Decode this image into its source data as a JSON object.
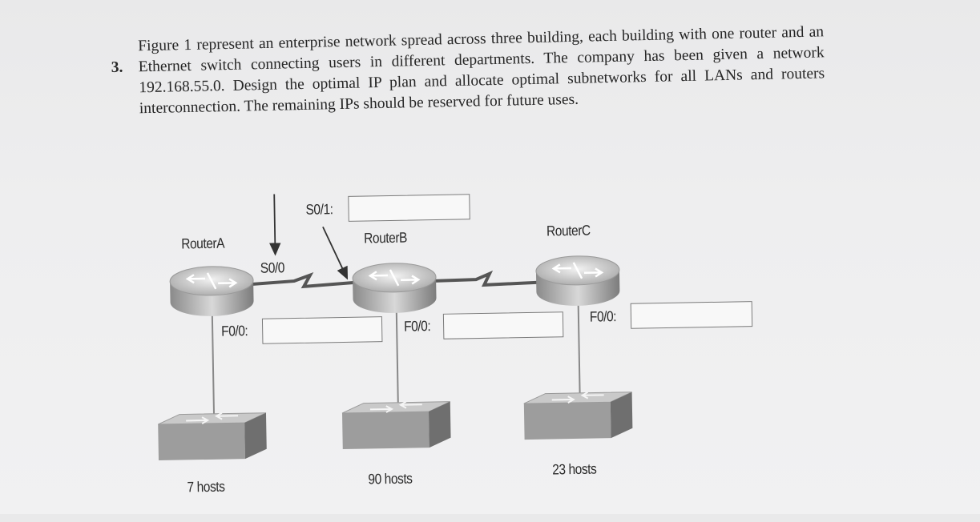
{
  "question": {
    "number": "3.",
    "text": "Figure 1 represent an enterprise network spread across three building, each building with one router and an Ethernet switch connecting users in different departments. The company has been given a network 192.168.55.0. Design the optimal IP plan and allocate optimal subnetworks for all LANs and routers interconnection. The remaining IPs should be reserved for future uses."
  },
  "diagram": {
    "routers": [
      {
        "name": "RouterA",
        "interface_label": "F0/0:",
        "hosts": "7 hosts"
      },
      {
        "name": "RouterB",
        "interface_label": "F0/0:",
        "hosts": "90 hosts"
      },
      {
        "name": "RouterC",
        "interface_label": "F0/0:",
        "hosts": "23 hosts"
      }
    ],
    "serial_labels": {
      "s0_0": "S0/0",
      "s0_1": "S0/1:"
    }
  }
}
